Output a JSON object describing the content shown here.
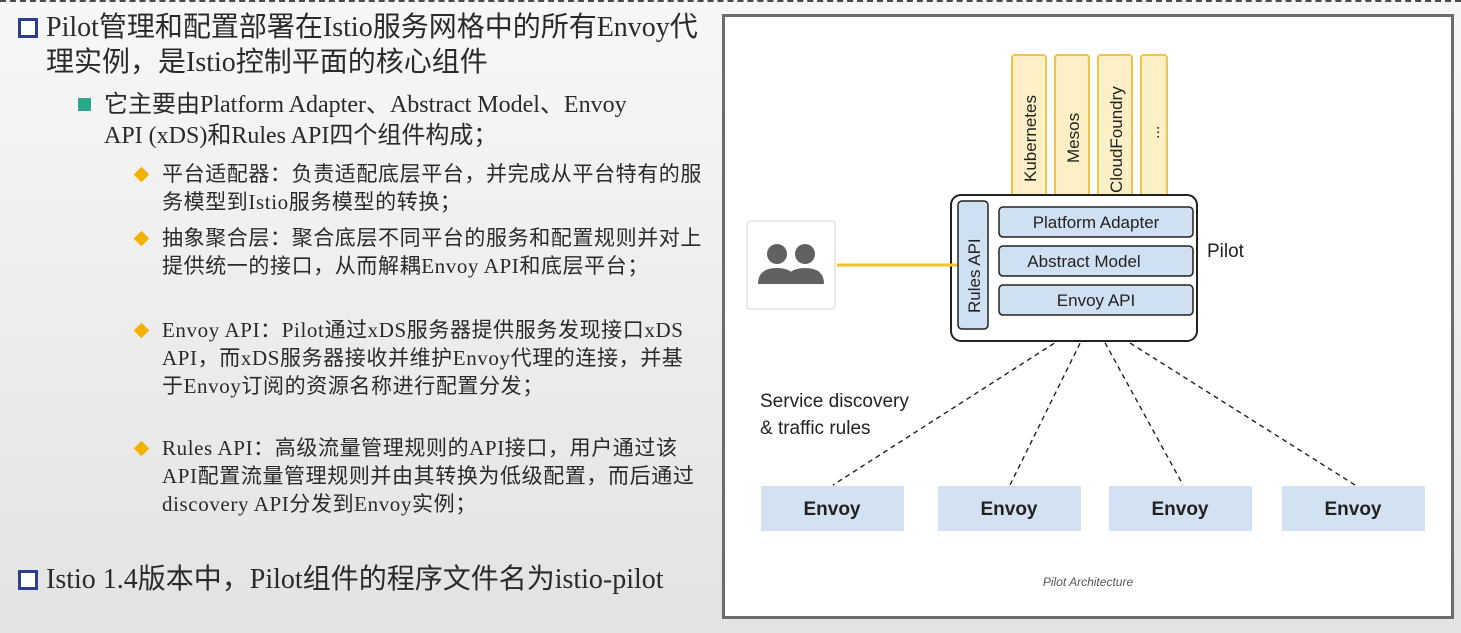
{
  "left": {
    "bullet1": "Pilot管理和配置部署在Istio服务网格中的所有Envoy代理实例，是Istio控制平面的核心组件",
    "sub1": "它主要由Platform Adapter、Abstract Model、Envoy API (xDS)和Rules API四个组件构成；",
    "items": [
      "平台适配器：负责适配底层平台，并完成从平台特有的服务模型到Istio服务模型的转换；",
      "抽象聚合层：聚合底层不同平台的服务和配置规则并对上提供统一的接口，从而解耦Envoy API和底层平台；",
      "Envoy API：Pilot通过xDS服务器提供服务发现接口xDS API，而xDS服务器接收并维护Envoy代理的连接，并基于Envoy订阅的资源名称进行配置分发；",
      "Rules API：高级流量管理规则的API接口，用户通过该API配置流量管理规则并由其转换为低级配置，而后通过discovery API分发到Envoy实例；"
    ],
    "bullet2": "Istio 1.4版本中，Pilot组件的程序文件名为istio-pilot"
  },
  "diagram": {
    "platforms": [
      "Kubernetes",
      "Mesos",
      "CloudFoundry",
      "..."
    ],
    "components": [
      "Platform Adapter",
      "Abstract Model",
      "Envoy API"
    ],
    "rules_api": "Rules API",
    "pilot_label": "Pilot",
    "service_line1": "Service discovery",
    "service_line2": "& traffic rules",
    "envoys": [
      "Envoy",
      "Envoy",
      "Envoy",
      "Envoy"
    ],
    "caption": "Pilot Architecture",
    "colors": {
      "platform_fill": "#fdf0c6",
      "platform_stroke": "#f0c44a",
      "component_fill": "#cfe0f3",
      "envoy_fill": "#d3e2f2",
      "connector": "#f2c12e"
    }
  }
}
